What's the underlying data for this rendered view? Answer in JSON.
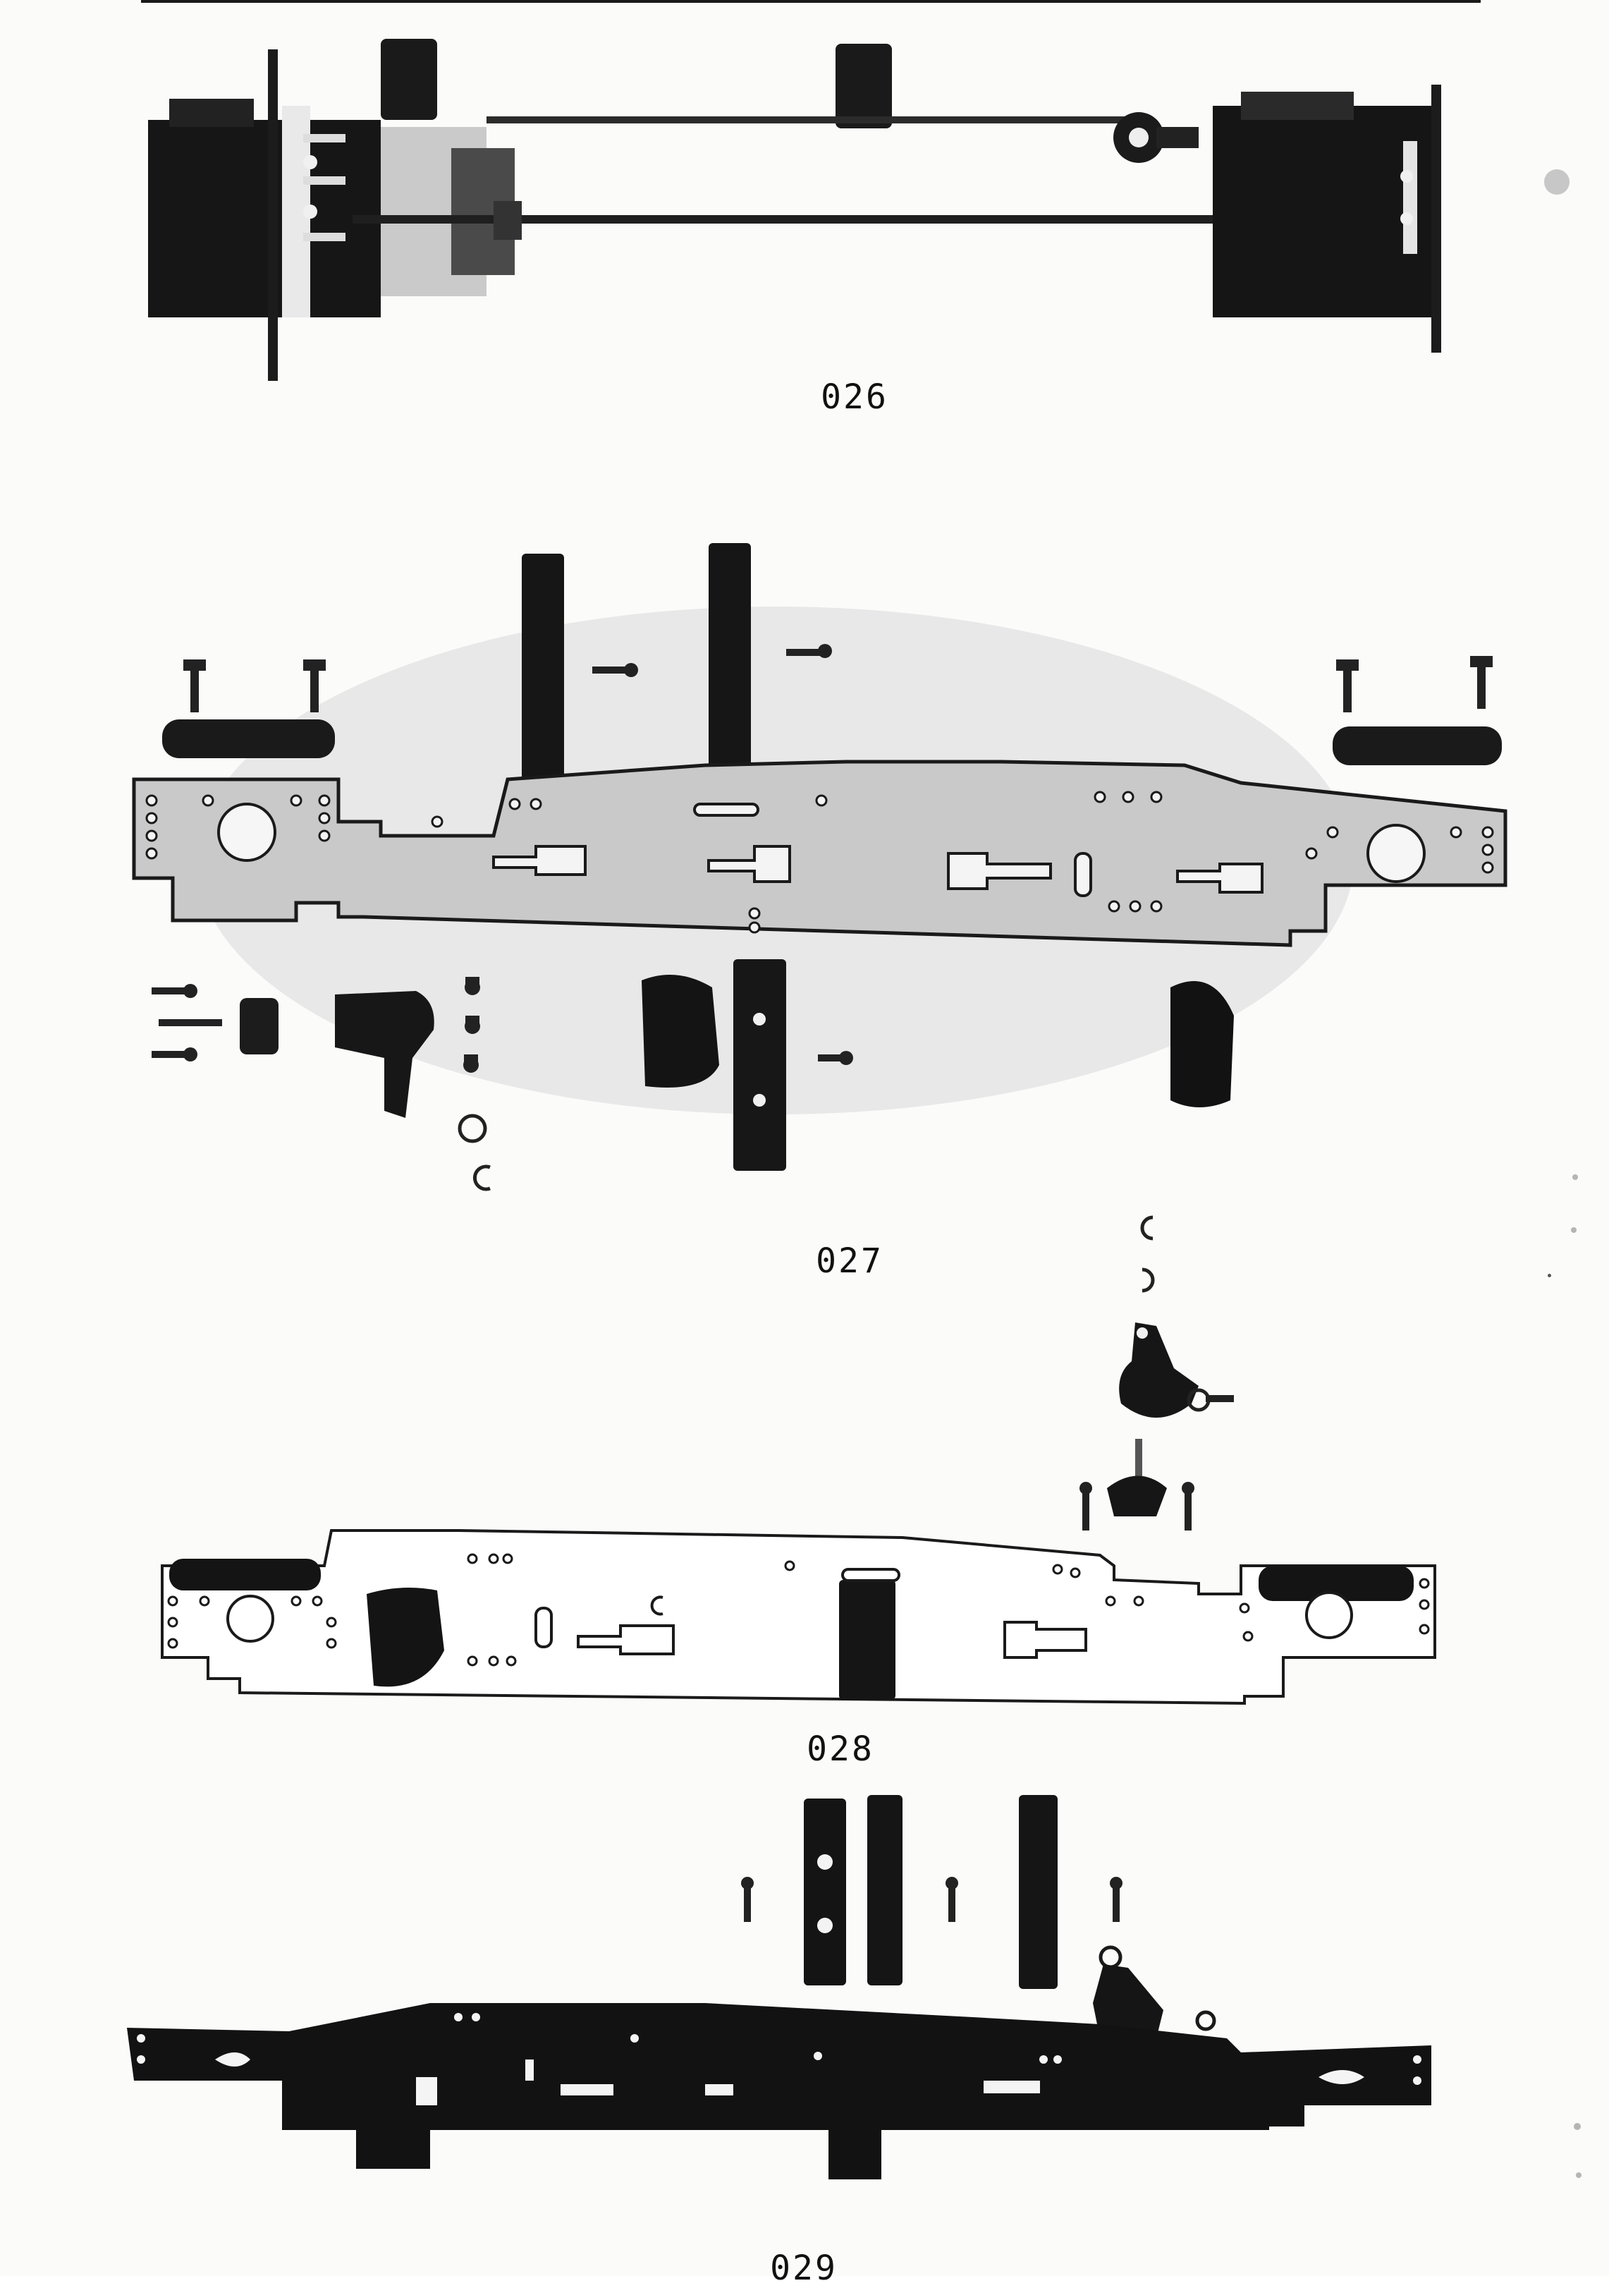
{
  "figures": [
    {
      "caption": "026"
    },
    {
      "caption": "027"
    },
    {
      "caption": "028"
    },
    {
      "caption": "029"
    }
  ]
}
